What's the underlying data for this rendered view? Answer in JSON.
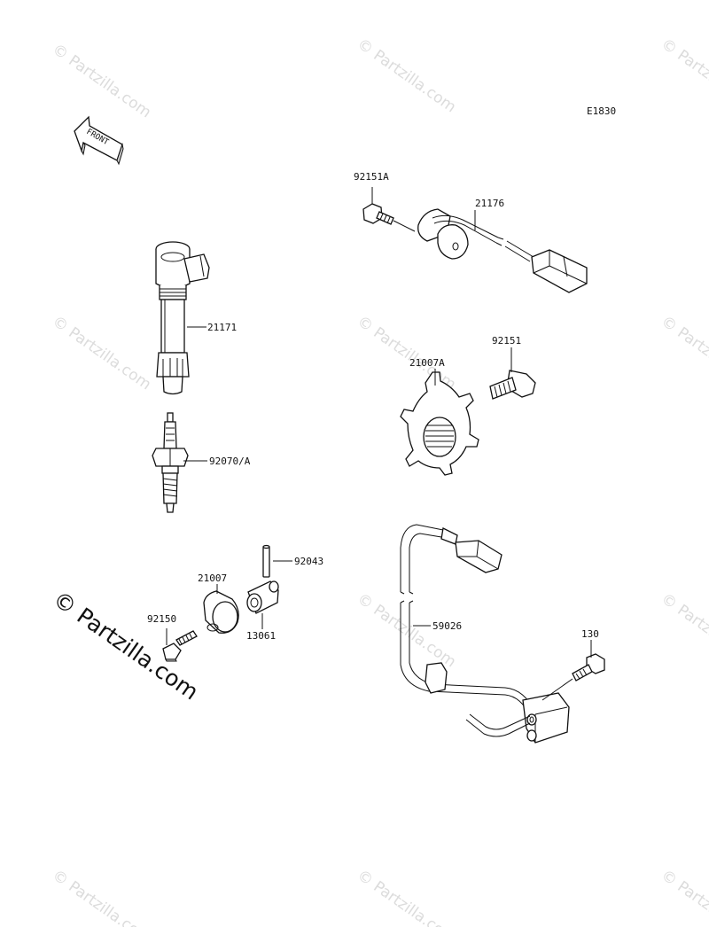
{
  "diagram": {
    "code": "E1830",
    "front_label": "FRONT",
    "brand_watermark": "© Partzilla.com",
    "watermark_text": "© Partzilla.com",
    "callouts": {
      "p92151A": "92151A",
      "p21176": "21176",
      "p21171": "21171",
      "p21007A": "21007A",
      "p92151": "92151",
      "p92070A": "92070/A",
      "p92043": "92043",
      "p21007": "21007",
      "p92150": "92150",
      "p13061": "13061",
      "p59026": "59026",
      "p130": "130"
    }
  }
}
